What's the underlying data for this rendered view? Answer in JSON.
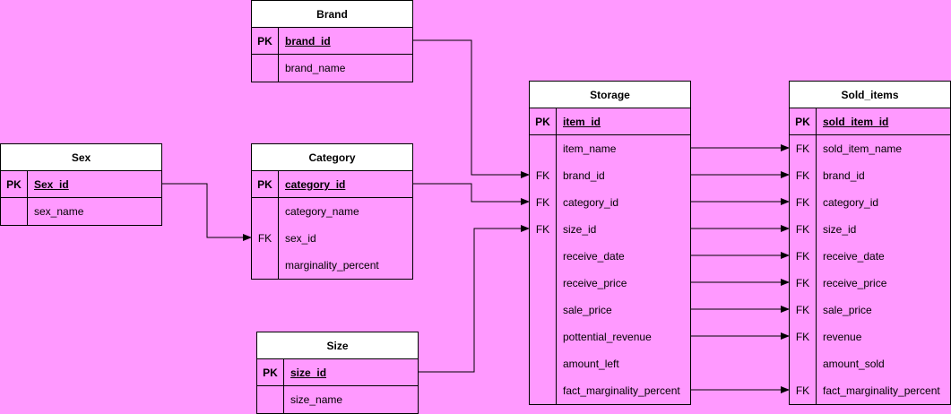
{
  "tables": {
    "brand": {
      "title": "Brand",
      "pk_marker": "PK",
      "pk_field": "brand_id",
      "rows": [
        {
          "key": "",
          "field": "brand_name"
        }
      ]
    },
    "category": {
      "title": "Category",
      "pk_marker": "PK",
      "pk_field": "category_id",
      "rows": [
        {
          "key": "",
          "field": "category_name"
        },
        {
          "key": "FK",
          "field": "sex_id"
        },
        {
          "key": "",
          "field": "marginality_percent"
        }
      ]
    },
    "sex": {
      "title": "Sex",
      "pk_marker": "PK",
      "pk_field": "Sex_id",
      "rows": [
        {
          "key": "",
          "field": "sex_name"
        }
      ]
    },
    "size": {
      "title": "Size",
      "pk_marker": "PK",
      "pk_field": "size_id",
      "rows": [
        {
          "key": "",
          "field": "size_name"
        }
      ]
    },
    "storage": {
      "title": "Storage",
      "pk_marker": "PK",
      "pk_field": "item_id",
      "rows": [
        {
          "key": "",
          "field": "item_name"
        },
        {
          "key": "FK",
          "field": "brand_id"
        },
        {
          "key": "FK",
          "field": "category_id"
        },
        {
          "key": "FK",
          "field": "size_id"
        },
        {
          "key": "",
          "field": "receive_date"
        },
        {
          "key": "",
          "field": "receive_price"
        },
        {
          "key": "",
          "field": "sale_price"
        },
        {
          "key": "",
          "field": "pottential_revenue"
        },
        {
          "key": "",
          "field": "amount_left"
        },
        {
          "key": "",
          "field": "fact_marginality_percent"
        }
      ]
    },
    "sold_items": {
      "title": "Sold_items",
      "pk_marker": "PK",
      "pk_field": "sold_item_id",
      "rows": [
        {
          "key": "FK",
          "field": "sold_item_name"
        },
        {
          "key": "FK",
          "field": "brand_id"
        },
        {
          "key": "FK",
          "field": "category_id"
        },
        {
          "key": "FK",
          "field": "size_id"
        },
        {
          "key": "FK",
          "field": "receive_date"
        },
        {
          "key": "FK",
          "field": "receive_price"
        },
        {
          "key": "FK",
          "field": "sale_price"
        },
        {
          "key": "FK",
          "field": "revenue"
        },
        {
          "key": "",
          "field": "amount_sold"
        },
        {
          "key": "FK",
          "field": "fact_marginality_percent"
        }
      ]
    }
  },
  "relations": [
    {
      "from": "brand.brand_id",
      "to": "storage.brand_id"
    },
    {
      "from": "category.category_id",
      "to": "storage.category_id"
    },
    {
      "from": "size.size_id",
      "to": "storage.size_id"
    },
    {
      "from": "sex.Sex_id",
      "to": "category.sex_id"
    },
    {
      "from": "storage.item_name",
      "to": "sold_items.sold_item_name"
    },
    {
      "from": "storage.brand_id",
      "to": "sold_items.brand_id"
    },
    {
      "from": "storage.category_id",
      "to": "sold_items.category_id"
    },
    {
      "from": "storage.size_id",
      "to": "sold_items.size_id"
    },
    {
      "from": "storage.receive_date",
      "to": "sold_items.receive_date"
    },
    {
      "from": "storage.receive_price",
      "to": "sold_items.receive_price"
    },
    {
      "from": "storage.sale_price",
      "to": "sold_items.sale_price"
    },
    {
      "from": "storage.pottential_revenue",
      "to": "sold_items.revenue"
    },
    {
      "from": "storage.fact_marginality_percent",
      "to": "sold_items.fact_marginality_percent"
    }
  ],
  "colors": {
    "background": "#ff99ff",
    "header_fill": "#ffffff",
    "line": "#000000"
  }
}
